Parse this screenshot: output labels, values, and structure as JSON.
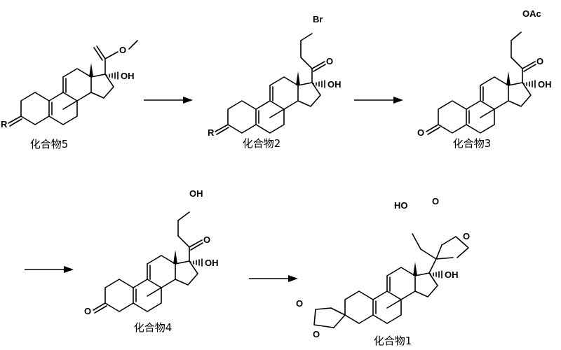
{
  "compounds": [
    {
      "id": "compound5",
      "caption": "化合物5",
      "labels": {
        "r": "R",
        "oh": "OH",
        "ome": "O"
      }
    },
    {
      "id": "compound2",
      "caption": "化合物2",
      "labels": {
        "r": "R",
        "oh": "OH",
        "br": "Br",
        "ketone": "O"
      }
    },
    {
      "id": "compound3",
      "caption": "化合物3",
      "labels": {
        "ring_o": "O",
        "oh": "OH",
        "oac": "OAc",
        "ketone": "O"
      }
    },
    {
      "id": "compound4",
      "caption": "化合物4",
      "labels": {
        "ring_o": "O",
        "oh": "OH",
        "ho": "OH",
        "ketone": "O"
      }
    },
    {
      "id": "compound1",
      "caption": "化合物1",
      "labels": {
        "oh": "OH",
        "ho": "HO",
        "ket_o1": "O",
        "ket_o2": "O",
        "c3_o1": "O",
        "c3_o2": "O"
      }
    }
  ],
  "arrows": [
    "arrow-5-to-2",
    "arrow-2-to-3",
    "arrow-3-to-4",
    "arrow-4-to-1"
  ],
  "colors": {
    "ink": "#000000",
    "background": "#ffffff"
  }
}
